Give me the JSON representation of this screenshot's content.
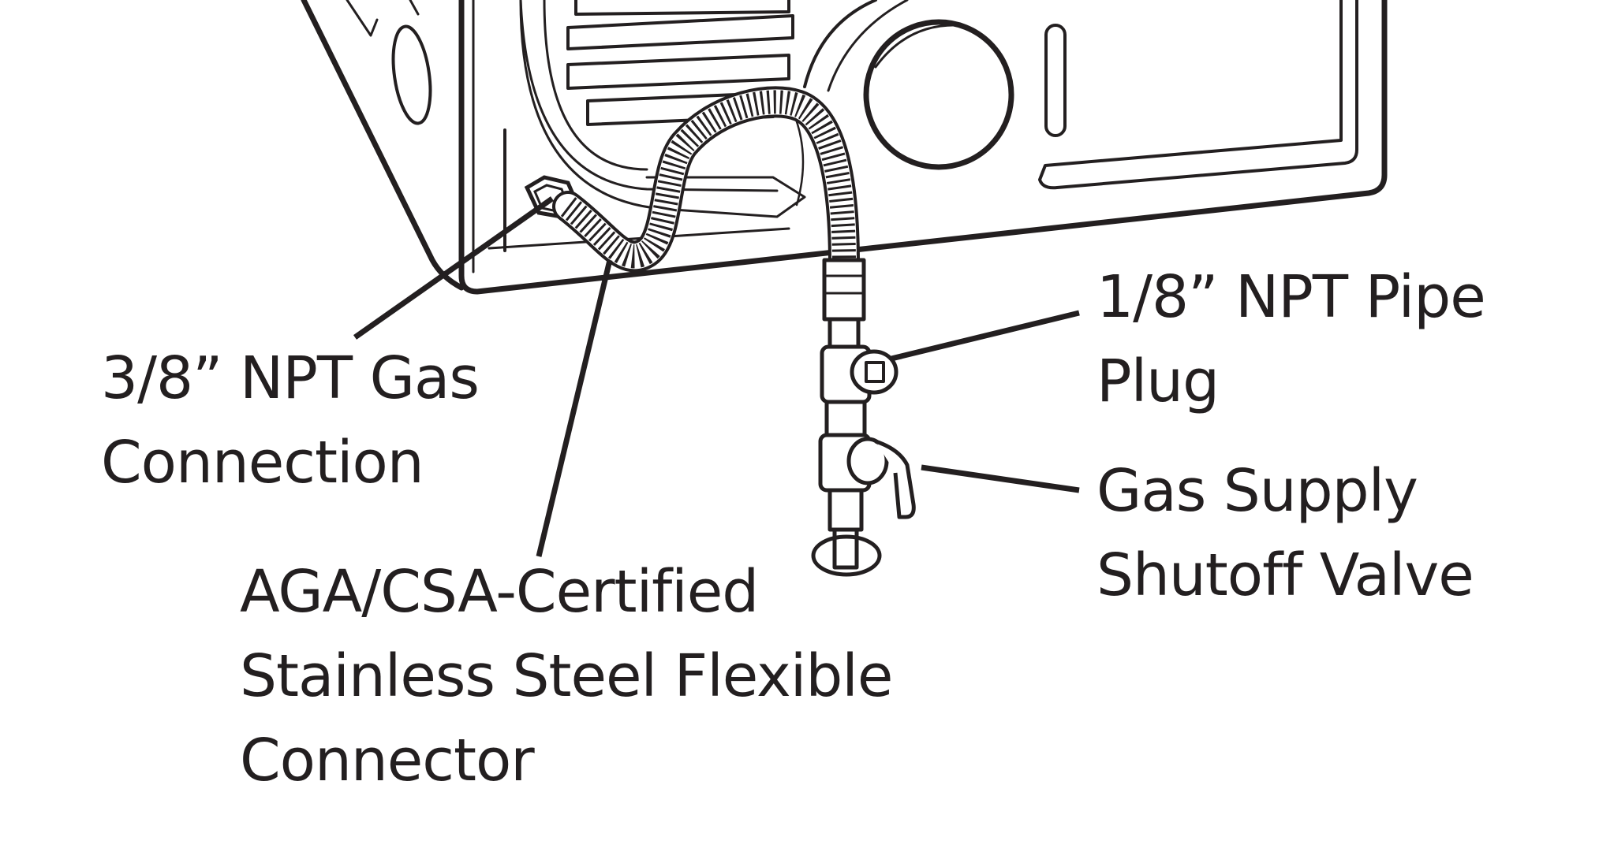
{
  "labels": {
    "gas_connection": {
      "line1": "3/8” NPT Gas",
      "line2": "Connection"
    },
    "flex_connector": {
      "line1": "AGA/CSA-Certified",
      "line2": "Stainless Steel Flexible",
      "line3": "Connector"
    },
    "pipe_plug": {
      "line1": "1/8” NPT Pipe",
      "line2": "Plug"
    },
    "shutoff_valve": {
      "line1": "Gas Supply",
      "line2": "Shutoff Valve"
    }
  },
  "colors": {
    "ink": "#231f20",
    "background": "#ffffff"
  }
}
